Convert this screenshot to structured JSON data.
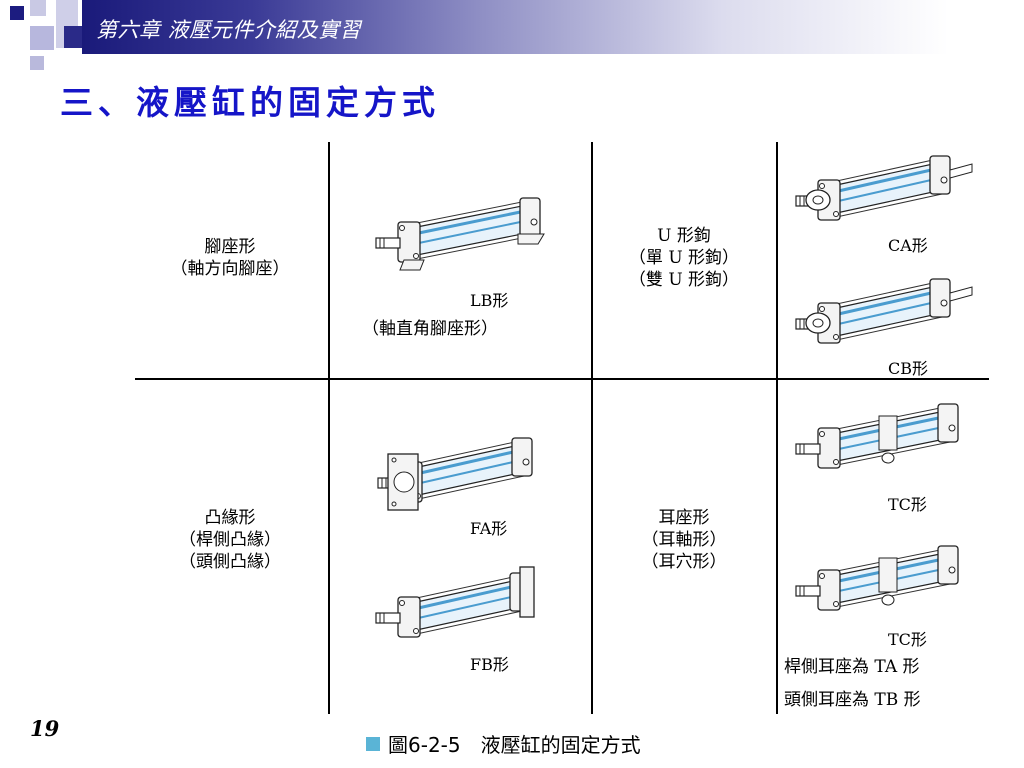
{
  "header": {
    "chapter_title": "第六章 液壓元件介紹及實習",
    "section_title": "三、液壓缸的固定方式"
  },
  "table": {
    "foot": {
      "label_lines": [
        "腳座形",
        "（軸方向腳座）"
      ],
      "lb_caption": "LB形",
      "lb_subcaption": "（軸直角腳座形）"
    },
    "clevis": {
      "label_lines": [
        "U 形鉤",
        "（單 U 形鉤）",
        "（雙 U 形鉤）"
      ],
      "ca_caption": "CA形",
      "cb_caption": "CB形"
    },
    "flange": {
      "label_lines": [
        "凸緣形",
        "（桿側凸緣）",
        "（頭側凸緣）"
      ],
      "fa_caption": "FA形",
      "fb_caption": "FB形"
    },
    "trunnion": {
      "label_lines": [
        "耳座形",
        "（耳軸形）",
        "（耳穴形）"
      ],
      "tc_caption_1": "TC形",
      "tc_caption_2": "TC形",
      "note_lines": [
        "桿側耳座為 TA 形",
        "頭側耳座為 TB 形"
      ]
    }
  },
  "footer": {
    "page_number": "19",
    "figure_caption": "圖6-2-5　液壓缸的固定方式"
  },
  "colors": {
    "title_blue": "#1515c8",
    "header_navy": "#1a1a7a",
    "cylinder_blue": "#4a9ccf",
    "caption_square": "#5ab4d6"
  }
}
